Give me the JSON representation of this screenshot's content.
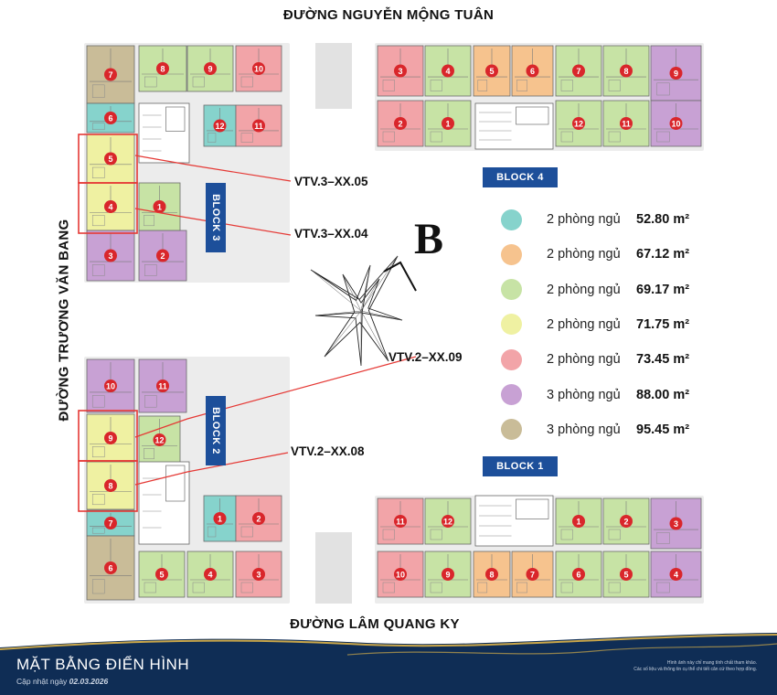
{
  "streets": {
    "top": "ĐƯỜNG NGUYỄN MỘNG TUÂN",
    "bottom": "ĐƯỜNG LÂM QUANG KY",
    "left": "ĐƯỜNG TRƯƠNG VĂN BANG"
  },
  "site_letter": "B",
  "blocks": {
    "block1": "BLOCK 1",
    "block2": "BLOCK 2",
    "block3": "BLOCK 3",
    "block4": "BLOCK 4"
  },
  "colors": {
    "teal": "#86d3cc",
    "orange": "#f6c38e",
    "green": "#c7e3a5",
    "yellow": "#eff1a2",
    "pink": "#f2a4a8",
    "purple": "#c8a1d4",
    "tan": "#c9bc98",
    "marker": "#d9262b",
    "callout": "#e53935",
    "block_blue": "#1d4f9a",
    "footer": "#0f2d55",
    "gold": "#c9a64a"
  },
  "legend": [
    {
      "color": "#86d3cc",
      "type": "2 phòng ngủ",
      "area": "52.80 m²"
    },
    {
      "color": "#f6c38e",
      "type": "2 phòng ngủ",
      "area": "67.12 m²"
    },
    {
      "color": "#c7e3a5",
      "type": "2 phòng ngủ",
      "area": "69.17 m²"
    },
    {
      "color": "#eff1a2",
      "type": "2 phòng ngủ",
      "area": "71.75 m²"
    },
    {
      "color": "#f2a4a8",
      "type": "2 phòng ngủ",
      "area": "73.45 m²"
    },
    {
      "color": "#c8a1d4",
      "type": "3 phòng ngủ",
      "area": "88.00 m²"
    },
    {
      "color": "#c9bc98",
      "type": "3 phòng ngủ",
      "area": "95.45 m²"
    }
  ],
  "callouts": {
    "vtv3_05": "VTV.3–XX.05",
    "vtv3_04": "VTV.3–XX.04",
    "vtv2_09": "VTV.2–XX.09",
    "vtv2_08": "VTV.2–XX.08"
  },
  "footer": {
    "title": "MẶT BẰNG ĐIỂN HÌNH",
    "date_prefix": "Cập nhật ngày",
    "date": "02.03.2026",
    "note_line1": "Hình ảnh này chỉ mang tính chất tham khảo.",
    "note_line2": "Các số liệu và thông tin cụ thể chi tiết căn cứ theo hợp đồng."
  }
}
